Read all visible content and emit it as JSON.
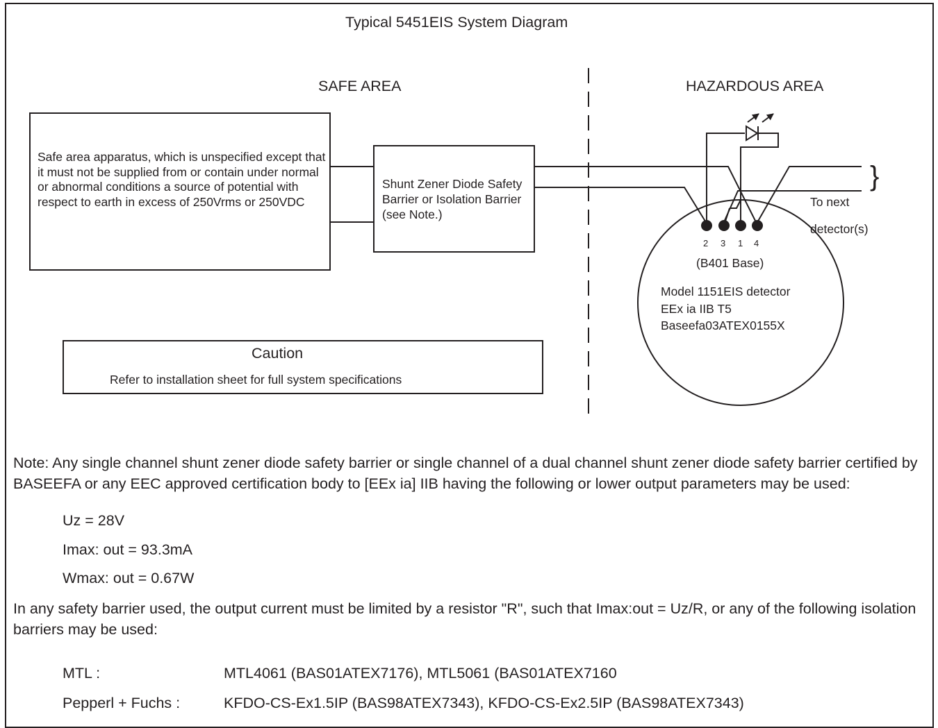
{
  "title": "Typical 5451EIS System Diagram",
  "zones": {
    "safe": "SAFE AREA",
    "hazardous": "HAZARDOUS AREA"
  },
  "apparatus": {
    "text": "Safe area apparatus, which is unspecified except that it must not be supplied from or contain under normal or abnormal conditions a source of potential with respect to earth in excess of 250Vrms or 250VDC"
  },
  "barrier": {
    "text": "Shunt Zener Diode Safety Barrier or Isolation Barrier (see Note.)"
  },
  "caution": {
    "title": "Caution",
    "text": "Refer to installation sheet for full system specifications"
  },
  "detector": {
    "terminals": [
      "2",
      "3",
      "1",
      "4"
    ],
    "base": "(B401 Base)",
    "line1": "Model 1151EIS detector",
    "line2": "EEx ia IIB T5",
    "line3": "Baseefa03ATEX0155X"
  },
  "next": {
    "brace": "}",
    "line1": "To next",
    "line2": "detector(s)"
  },
  "note": {
    "text": "Note:  Any single channel shunt zener diode safety barrier or single channel of a dual channel shunt zener diode safety barrier certified by BASEEFA or any EEC approved certification body to [EEx ia] IIB having the following or lower output parameters may be used:",
    "params": [
      "Uz = 28V",
      "Imax: out = 93.3mA",
      "Wmax: out = 0.67W"
    ],
    "text2": "In any safety barrier used, the output current must be limited by a resistor \"R\", such that Imax:out = Uz/R, or any of the following isolation barriers may be used:",
    "barriers": [
      {
        "label": "MTL :",
        "value": "MTL4061 (BAS01ATEX7176), MTL5061 (BAS01ATEX7160"
      },
      {
        "label": "Pepperl + Fuchs :",
        "value": "KFDO-CS-Ex1.5IP (BAS98ATEX7343), KFDO-CS-Ex2.5IP (BAS98ATEX7343)"
      }
    ]
  }
}
